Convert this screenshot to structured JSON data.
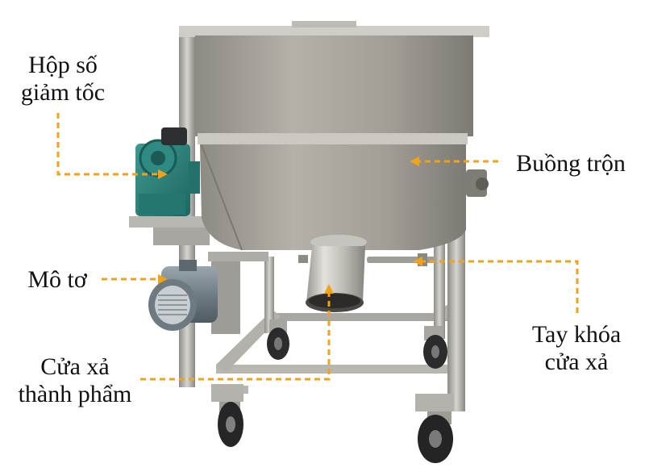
{
  "labels": {
    "gearbox": [
      "Hộp số",
      "giảm tốc"
    ],
    "mixing_chamber": "Buồng trộn",
    "motor": "Mô tơ",
    "lock_handle": [
      "Tay khóa",
      "cửa xả"
    ],
    "discharge_door": [
      "Cửa xả",
      "thành phẩm"
    ]
  },
  "colors": {
    "callout": "#f2a11a",
    "steel_light": "#c9c7c2",
    "steel_mid": "#9c9a94",
    "steel_dark": "#6f6d68",
    "gearbox": "#2a7f78",
    "motor": "#7c8a92",
    "wheel": "#2b2b2b",
    "background": "#ffffff"
  },
  "icons": {
    "gearbox": "gearbox-icon",
    "motor": "electric-motor-icon",
    "wheel": "caster-wheel-icon"
  }
}
